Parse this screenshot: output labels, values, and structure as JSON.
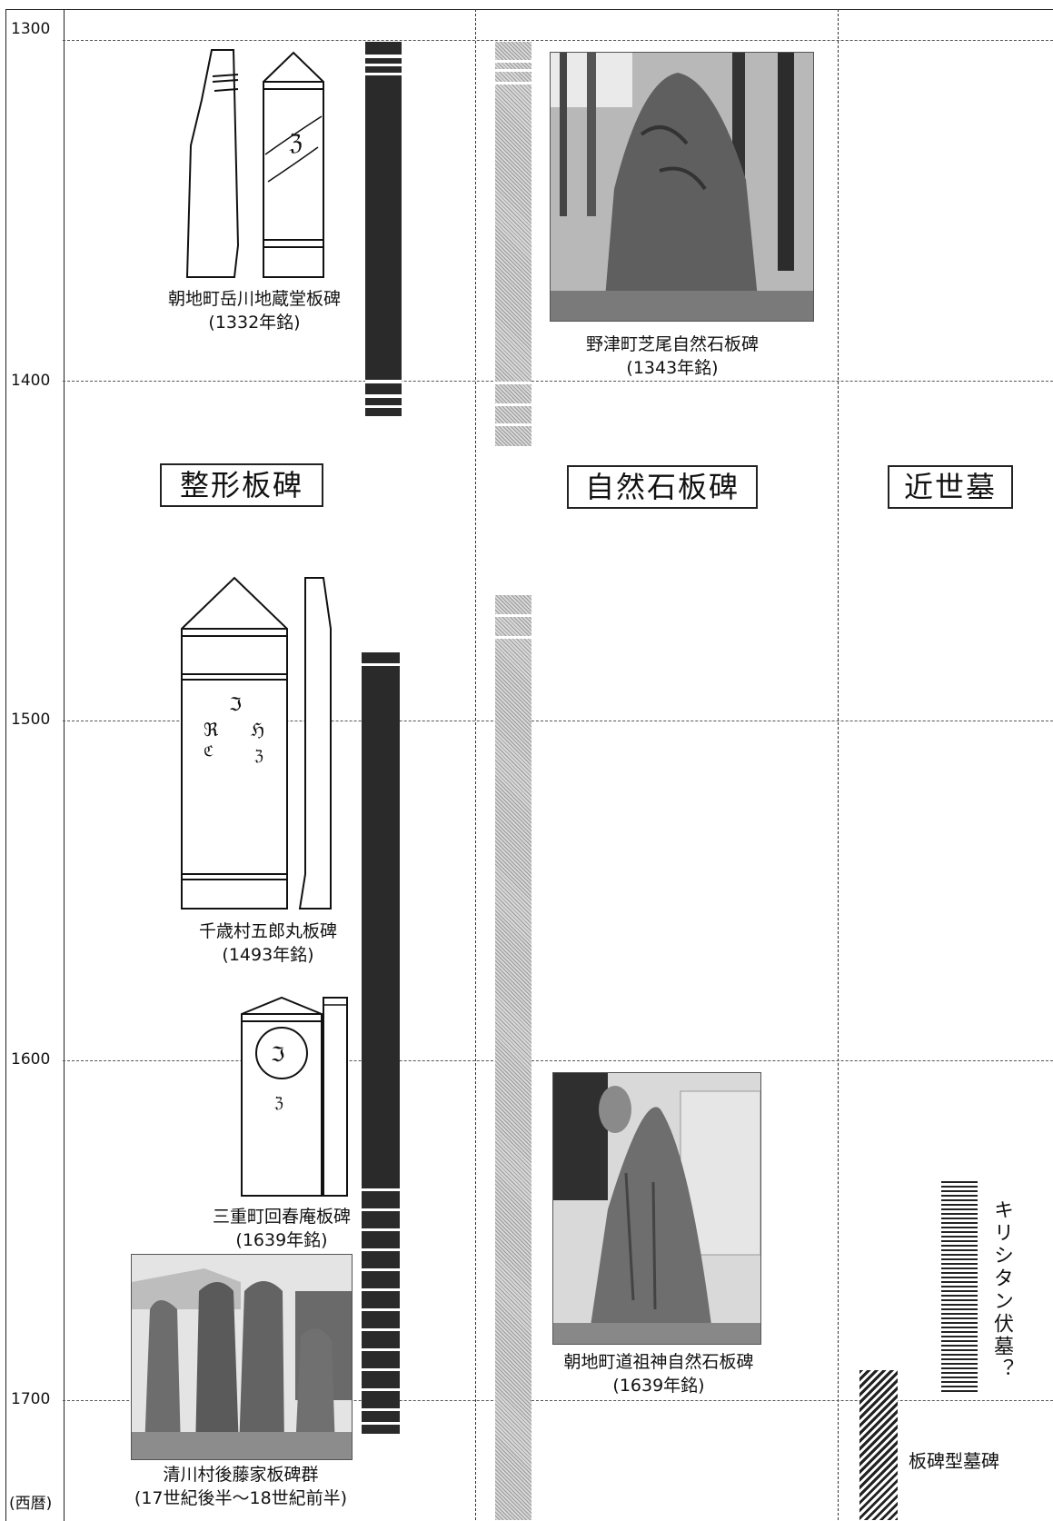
{
  "axis": {
    "years": [
      "1300",
      "1400",
      "1500",
      "1600",
      "1700"
    ],
    "era_label": "(西暦)"
  },
  "categories": {
    "seikei": "整形板碑",
    "shizenseki": "自然石板碑",
    "kinsei": "近世墓"
  },
  "examples": {
    "asachi_dake": {
      "name": "朝地町岳川地蔵堂板碑",
      "date": "(1332年銘)"
    },
    "notsu_shibao": {
      "name": "野津町芝尾自然石板碑",
      "date": "(1343年銘)"
    },
    "chitose": {
      "name": "千歳村五郎丸板碑",
      "date": "(1493年銘)"
    },
    "mie": {
      "name": "三重町回春庵板碑",
      "date": "(1639年銘)"
    },
    "asachi_dosojin": {
      "name": "朝地町道祖神自然石板碑",
      "date": "(1639年銘)"
    },
    "kiyokawa": {
      "name": "清川村後藤家板碑群",
      "date": "(17世紀後半～18世紀前半)"
    }
  },
  "later_types": {
    "kirishitan": "キリシタン伏墓？",
    "itabi_bohi": "板碑型墓碑"
  },
  "colors": {
    "dark_band": "#2a2a2a",
    "dot_band": "#bdbdbd",
    "line": "#333333"
  }
}
